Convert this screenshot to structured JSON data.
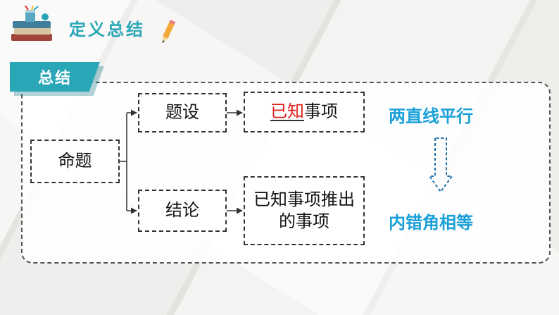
{
  "header": {
    "title": "定义总结"
  },
  "section": {
    "tab_label": "总结"
  },
  "diagram": {
    "root": "命题",
    "branch_top": "题设",
    "branch_bottom": "结论",
    "top_target_prefix": "已知",
    "top_target_suffix": "事项",
    "bottom_target": "已知事项推出的事项"
  },
  "example": {
    "premise": "两直线平行",
    "conclusion": "内错角相等"
  },
  "colors": {
    "accent": "#2aa7b7",
    "example_text": "#1aa0d8",
    "highlight": "#e0211b"
  }
}
